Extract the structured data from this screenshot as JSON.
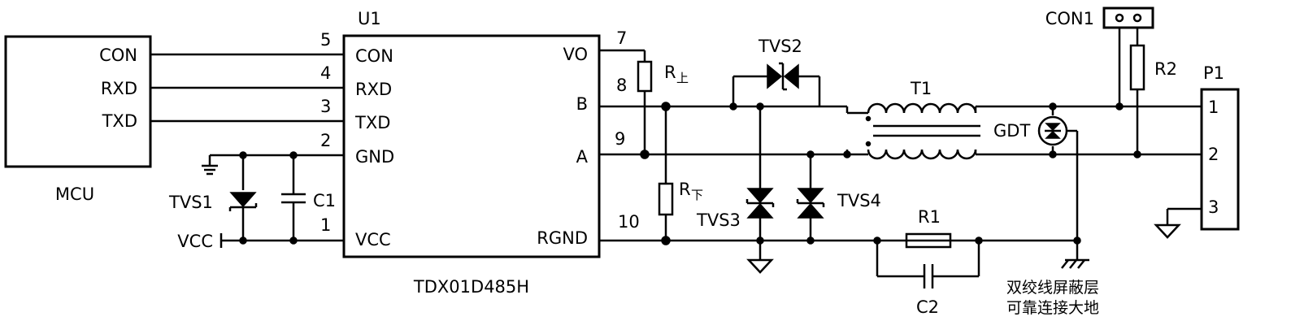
{
  "mcu": {
    "label": "MCU",
    "pins": {
      "con": "CON",
      "rxd": "RXD",
      "txd": "TXD"
    }
  },
  "u1": {
    "ref": "U1",
    "part": "TDX01D485H",
    "left_pins": {
      "con": "CON",
      "rxd": "RXD",
      "txd": "TXD",
      "gnd": "GND",
      "vcc": "VCC"
    },
    "right_pins": {
      "vo": "VO",
      "b": "B",
      "a": "A",
      "rgnd": "RGND"
    },
    "pin_numbers": {
      "p5": "5",
      "p4": "4",
      "p3": "3",
      "p2": "2",
      "p1": "1",
      "p7": "7",
      "p8": "8",
      "p9": "9",
      "p10": "10"
    }
  },
  "components": {
    "tvs1": "TVS1",
    "c1": "C1",
    "vcc": "VCC",
    "r_up": {
      "main": "R",
      "sub": "上"
    },
    "r_down": {
      "main": "R",
      "sub": "下"
    },
    "tvs2": "TVS2",
    "tvs3": "TVS3",
    "tvs4": "TVS4",
    "t1": "T1",
    "gdt": "GDT",
    "con1": "CON1",
    "r2": "R2",
    "r1": "R1",
    "c2": "C2"
  },
  "p1": {
    "ref": "P1",
    "pins": {
      "p1": "1",
      "p2": "2",
      "p3": "3"
    }
  },
  "note": {
    "line1": "双绞线屏蔽层",
    "line2": "可靠连接大地"
  }
}
